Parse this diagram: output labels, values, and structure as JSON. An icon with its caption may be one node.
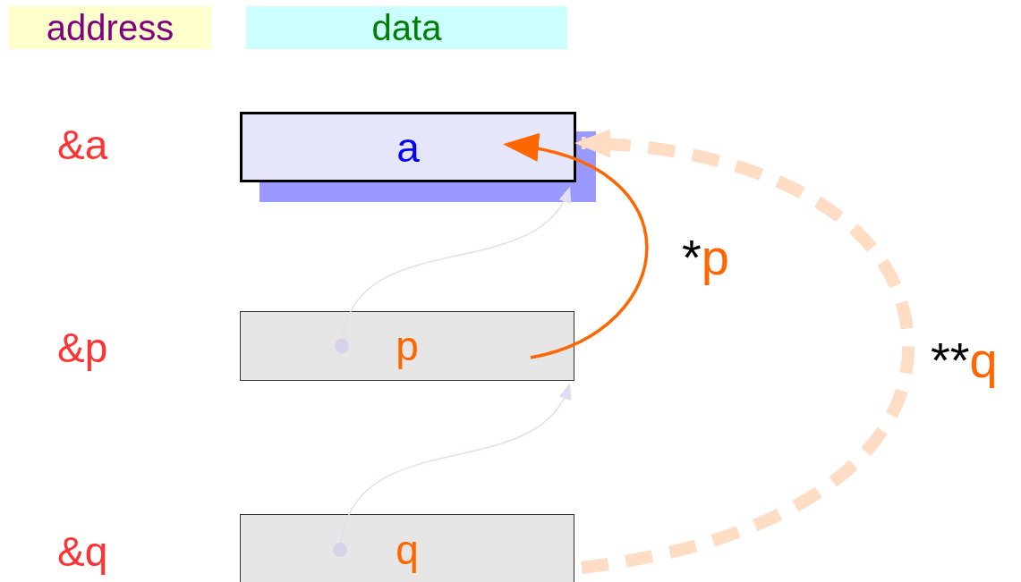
{
  "diagram": {
    "nodes": [
      {
        "text": [
          "address"
        ]
      },
      {
        "text": [
          "data"
        ]
      },
      {
        "text": [
          "a"
        ]
      },
      {
        "text": [
          "p"
        ]
      },
      {
        "text": [
          "q"
        ]
      }
    ],
    "edges": [
      {
        "from": 3,
        "to": 2,
        "arrow": "to",
        "color": "#e2ddf2"
      },
      {
        "from": 4,
        "to": 3,
        "arrow": "to",
        "color": "#e2ddf2"
      },
      {
        "from": 3,
        "to": 2,
        "arrow": "to",
        "color": "#ff6600",
        "style": "thick",
        "label": "*p"
      },
      {
        "from": 4,
        "to": 2,
        "arrow": "to",
        "color": "#ffdcc4",
        "style": "dashed",
        "label": "**q"
      }
    ],
    "labels": [
      "&a",
      "&p",
      "&q"
    ]
  }
}
